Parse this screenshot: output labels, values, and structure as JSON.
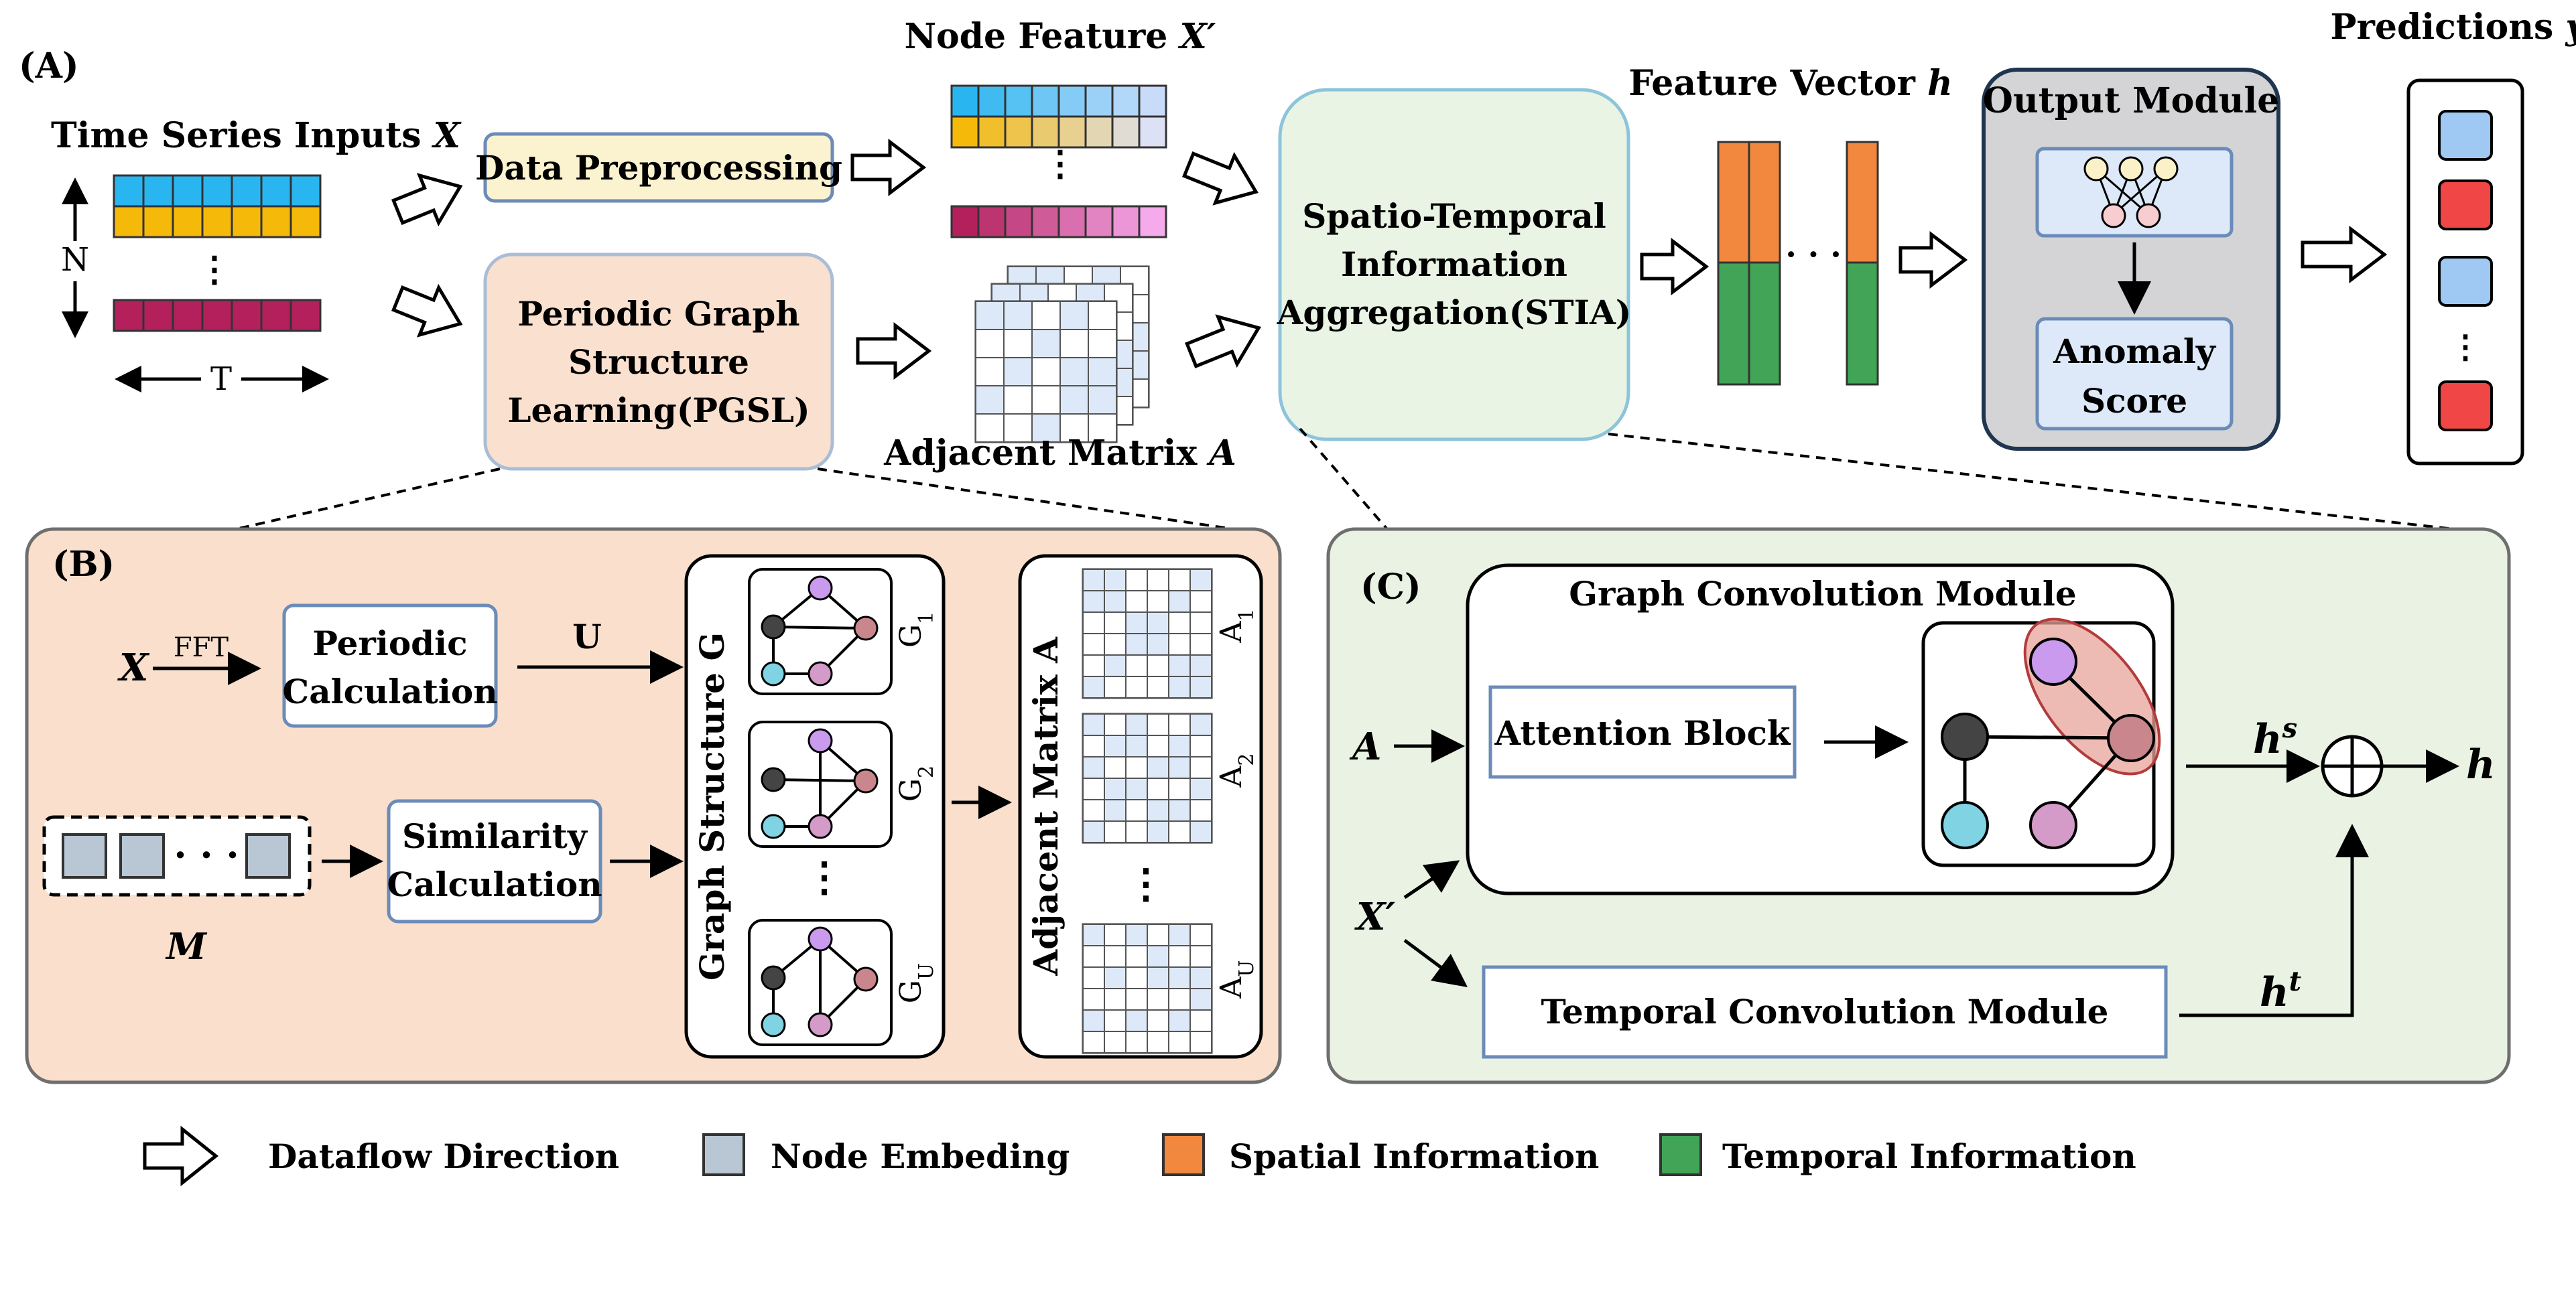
{
  "panel_a": {
    "label": "(A)",
    "time_series_inputs": "Time Series Inputs",
    "time_series_var": "X",
    "n_label": "N",
    "t_label": "T",
    "data_preprocessing": "Data Preprocessing",
    "pgsl_line1": "Periodic Graph",
    "pgsl_line2": "Structure",
    "pgsl_line3": "Learning(PGSL)",
    "node_feature": "Node Feature",
    "node_feature_var": "X′",
    "adjacent_matrix": "Adjacent Matrix",
    "adjacent_matrix_var": "A",
    "stia_line1": "Spatio-Temporal",
    "stia_line2": "Information",
    "stia_line3": "Aggregation(STIA)",
    "feature_vector": "Feature Vector",
    "feature_vector_var": "h",
    "output_module": "Output Module",
    "anomaly_line1": "Anomaly",
    "anomaly_line2": "Score",
    "predictions": "Predictions",
    "predictions_var": "y"
  },
  "panel_b": {
    "label": "(B)",
    "x_var": "X",
    "fft": "FFT",
    "periodic_line1": "Periodic",
    "periodic_line2": "Calculation",
    "u_label": "U",
    "similarity_line1": "Similarity",
    "similarity_line2": "Calculation",
    "m_var": "M",
    "graph_structure": "Graph Structure G",
    "adjacent_matrix": "Adjacent Matrix A",
    "g1": "G",
    "g1_sub": "1",
    "g2": "G",
    "g2_sub": "2",
    "gu": "G",
    "gu_sub": "U",
    "a1": "A",
    "a1_sub": "1",
    "a2": "A",
    "a2_sub": "2",
    "au": "A",
    "au_sub": "U"
  },
  "panel_c": {
    "label": "(C)",
    "graph_conv_module": "Graph Convolution Module",
    "attention_block": "Attention Block",
    "temporal_conv_module": "Temporal Convolution Module",
    "a_var": "A",
    "x_var": "X′",
    "hs": "h",
    "hs_sup": "s",
    "ht": "h",
    "ht_sup": "t",
    "h_out": "h"
  },
  "legend": {
    "dataflow": "Dataflow Direction",
    "node_embedding": "Node Embeding",
    "spatial": "Spatial Information",
    "temporal": "Temporal Information"
  },
  "colors": {
    "cyan": "#29b6f0",
    "yellow": "#f5b90a",
    "magenta": "#b3205c",
    "orange": "#f2883d",
    "green": "#41a456",
    "pgsl_fill": "#f9e0cf",
    "stia_fill": "#e9f4e5",
    "panel_b_fill": "#f9dfcc",
    "panel_c_fill": "#e9f2e3",
    "output_fill": "#d4d4d6",
    "light_blue": "#dde9f8",
    "pred_blue": "#9fc9f3",
    "pred_red": "#f04646"
  }
}
